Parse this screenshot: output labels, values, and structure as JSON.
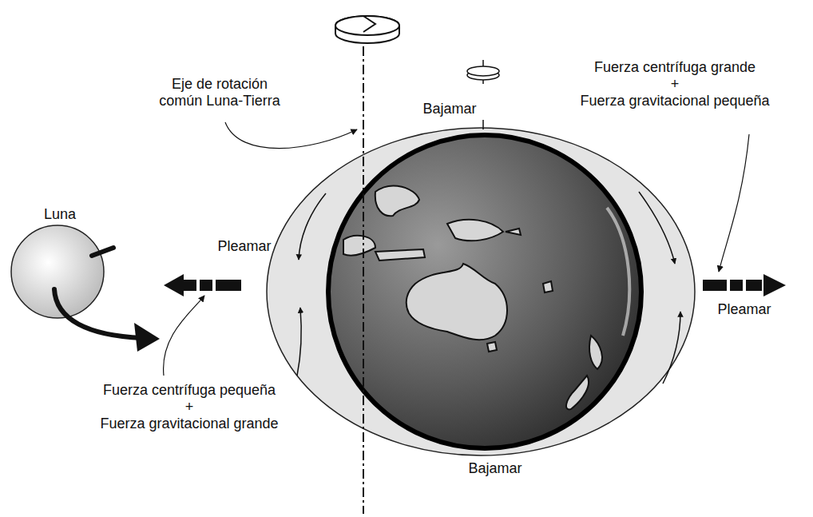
{
  "diagram": {
    "labels": [
      "Eje de rotación común Luna-Tierra",
      "Bajamar",
      "Fuerza centrífuga grande + Fuerza gravitacional pequeña",
      "Luna",
      "Pleamar",
      "Pleamar",
      "Fuerza centrífuga pequeña + Fuerza gravitacional grande",
      "Bajamar"
    ]
  }
}
